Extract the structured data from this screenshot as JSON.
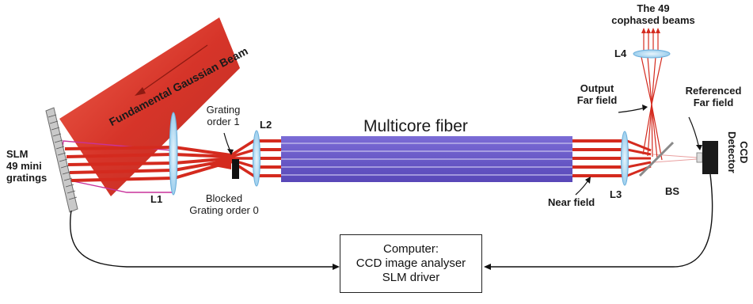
{
  "labels": {
    "beam": "Fundamental Gaussian Beam",
    "grating_order_1": [
      "Grating",
      "order 1"
    ],
    "blocked": [
      "Blocked",
      "Grating order 0"
    ],
    "slm": [
      "SLM",
      "49 mini",
      "gratings"
    ],
    "l1": "L1",
    "l2": "L2",
    "l3": "L3",
    "l4": "L4",
    "bs": "BS",
    "fiber": "Multicore fiber",
    "near_field": "Near field",
    "output_far_field": [
      "Output",
      "Far field"
    ],
    "referenced_far_field": [
      "Referenced",
      "Far field"
    ],
    "ccd": [
      "CCD",
      "Detector"
    ],
    "cophased": [
      "The 49",
      "cophased beams"
    ]
  },
  "computer": {
    "lines": [
      "Computer:",
      "CCD image analyser",
      "SLM driver"
    ]
  },
  "colors": {
    "beam_red": "#d42a1e",
    "beam_dark": "#a81d14",
    "fiber_blue": "#6b5cc9",
    "lens_blue": "#a9d4ef",
    "magenta": "#c8329b",
    "slm_gray": "#9a9a9a"
  }
}
